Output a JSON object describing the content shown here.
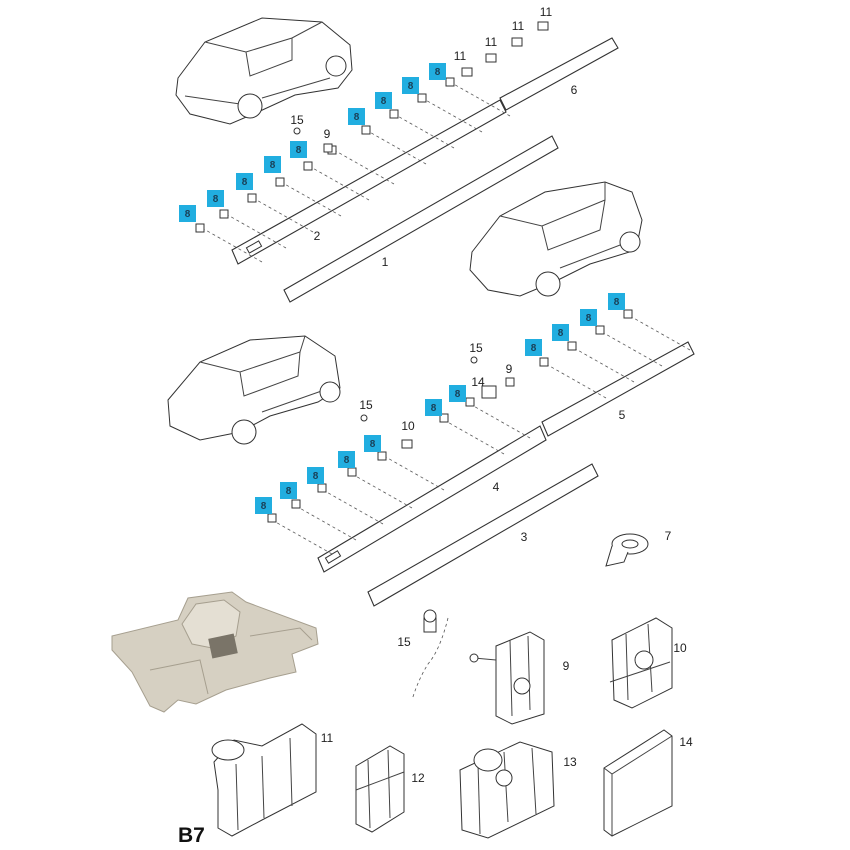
{
  "figure_code": "B7",
  "highlight_color": "#21aee0",
  "mark_label": "8",
  "part_labels": {
    "p1": "1",
    "p2": "2",
    "p3": "3",
    "p4": "4",
    "p5": "5",
    "p6": "6",
    "p7": "7",
    "p9a": "9",
    "p9b": "9",
    "p9c": "9",
    "p10a": "10",
    "p10b": "10",
    "p11a": "11",
    "p11b": "11",
    "p11c": "11",
    "p11d": "11",
    "p11e": "11",
    "p12": "12",
    "p13": "13",
    "p14a": "14",
    "p14b": "14",
    "p15a": "15",
    "p15b": "15",
    "p15c": "15",
    "p15d": "15"
  }
}
